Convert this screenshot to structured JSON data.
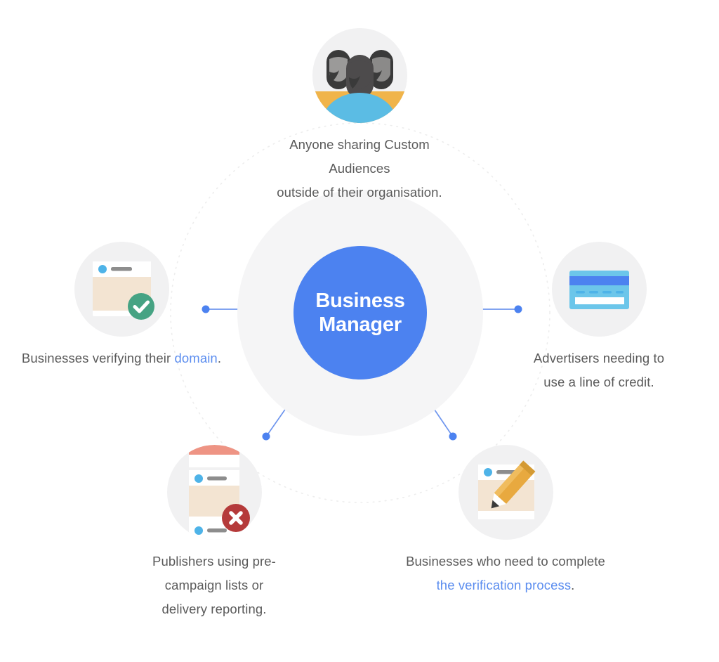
{
  "diagram": {
    "title": "Business Manager requirements diagram",
    "hub": {
      "label": "Business\nManager",
      "color": "#4c82f0",
      "halo_color": "#f5f5f6"
    },
    "guide_circle": {
      "style": "dotted",
      "color": "#ebebeb"
    },
    "connector": {
      "color": "#5b8def",
      "endpoint_shape": "dot"
    },
    "nodes": [
      {
        "id": "top",
        "icon": "people-group-icon",
        "caption_lines": [
          "Anyone sharing Custom Audiences",
          "outside of their organisation."
        ],
        "caption_plain": "Anyone sharing Custom Audiences outside of their organisation.",
        "link_text": ""
      },
      {
        "id": "left",
        "icon": "verified-website-icon",
        "caption_prefix": "Businesses verifying their ",
        "link_text": "domain",
        "caption_suffix": ".",
        "caption_plain": "Businesses verifying their domain."
      },
      {
        "id": "right",
        "icon": "credit-card-icon",
        "caption_lines": [
          "Advertisers needing to",
          "use a line of credit."
        ],
        "caption_plain": "Advertisers needing to use a line of credit.",
        "link_text": ""
      },
      {
        "id": "bottom-left",
        "icon": "blocked-feed-list-icon",
        "caption_lines": [
          "Publishers using pre-",
          "campaign lists or",
          "delivery reporting."
        ],
        "caption_plain": "Publishers using pre-campaign lists or delivery reporting.",
        "link_text": ""
      },
      {
        "id": "bottom-right",
        "icon": "edit-form-pencil-icon",
        "caption_prefix": "Businesses who need to complete ",
        "link_text": "the verification process",
        "caption_suffix": ".",
        "caption_plain": "Businesses who need to complete the verification process."
      }
    ],
    "palette": {
      "blue": "#4c82f0",
      "light_blue": "#6cc6ea",
      "sky_dot": "#4eb3e8",
      "beige": "#f3e4d2",
      "salmon": "#ee9484",
      "orange": "#f0b44a",
      "amber": "#e8a93f",
      "green": "#46a383",
      "red": "#b53a3a",
      "grey_circle": "#f1f1f2",
      "text": "#5a5a5a"
    }
  }
}
